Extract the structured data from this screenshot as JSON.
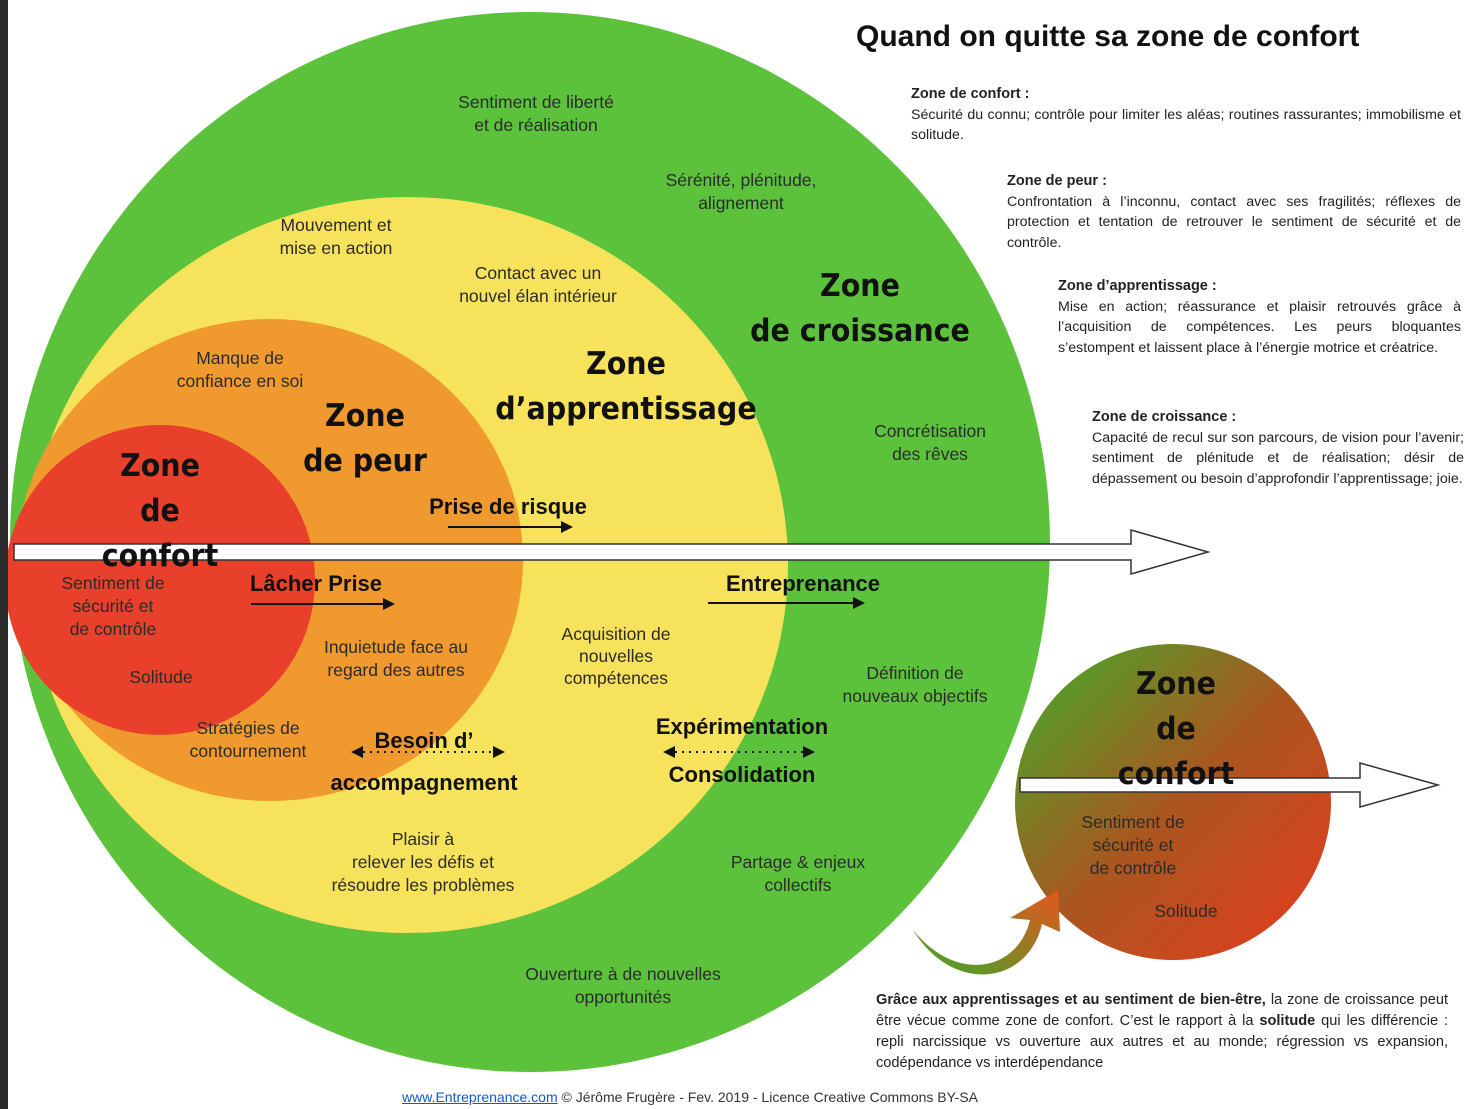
{
  "title": "Quand on quitte sa zone de confort",
  "zones": {
    "comfort": "Zone\nde confort",
    "fear": "Zone\nde peur",
    "learning": "Zone\nd’apprentissage",
    "growth": "Zone\nde croissance",
    "comfort2": "Zone\nde confort"
  },
  "actions": {
    "risk": "Prise de risque",
    "letgo": "Lâcher Prise",
    "entreprenance": "Entreprenance",
    "support": "Besoin d’\naccompagnement",
    "experiment": "Expérimentation",
    "consolidation": "Consolidation"
  },
  "labels": {
    "liberte": "Sentiment de liberté\net de réalisation",
    "serenite": "Sérénité, plénitude,\nalignement",
    "mouvement": "Mouvement et\nmise en action",
    "contact": "Contact avec un\nnouvel élan intérieur",
    "manque": "Manque de\nconfiance en soi",
    "concretisation": "Concrétisation\ndes rêves",
    "securite": "Sentiment de\nsécurité et\nde contrôle",
    "solitude": "Solitude",
    "inquietude": "Inquietude face au\nregard des autres",
    "acquisition": "Acquisition de\nnouvelles\ncompétences",
    "definition": "Définition de\nnouveaux objectifs",
    "strategies": "Stratégies de\ncontournement",
    "plaisir": "Plaisir à\nrelever les défis et\nrésoudre les problèmes",
    "partage": "Partage & enjeux\ncollectifs",
    "ouverture": "Ouverture à de nouvelles\nopportunités",
    "securite2": "Sentiment de\nsécurité et\nde contrôle",
    "solitude2": "Solitude"
  },
  "side": {
    "comfort_head": "Zone de confort :",
    "comfort_body": "Sécurité du connu; contrôle pour limiter les aléas; routines rassurantes; immobilisme et solitude.",
    "fear_head": "Zone de peur :",
    "fear_body": "Confrontation à l’inconnu, contact avec ses fragilités; réflexes de protection et tentation de retrouver le sentiment de sécurité et de contrôle.",
    "learning_head": "Zone d’apprentissage :",
    "learning_body": "Mise en action; réassurance et plaisir retrouvés grâce à l’acquisition de compétences. Les peurs bloquantes s’estompent et laissent place à l’énergie motrice et créatrice.",
    "growth_head": "Zone de croissance :",
    "growth_body": "Capacité de recul sur son parcours, de vision pour l’avenir; sentiment de plénitude et de réalisation; désir de dépassement ou besoin d’approfondir l’apprentissage; joie."
  },
  "bottom_note": {
    "bold1": "Grâce aux apprentissages et au sentiment de bien-être,",
    "text1": " la zone de croissance peut être vécue comme zone de confort. C’est le rapport à la ",
    "bold2": "solitude",
    "text2": " qui les différencie : repli narcissique vs ouverture aux autres et au monde; régression vs expansion, codépendance vs interdépendance"
  },
  "footer": {
    "link": "www.Entreprenance.com",
    "text": " © Jérôme Frugère - Fev. 2019 - Licence Creative Commons BY-SA"
  },
  "colors": {
    "green": "#5cc23c",
    "yellow": "#f7e25c",
    "orange": "#f0992f",
    "red": "#e8402a"
  }
}
